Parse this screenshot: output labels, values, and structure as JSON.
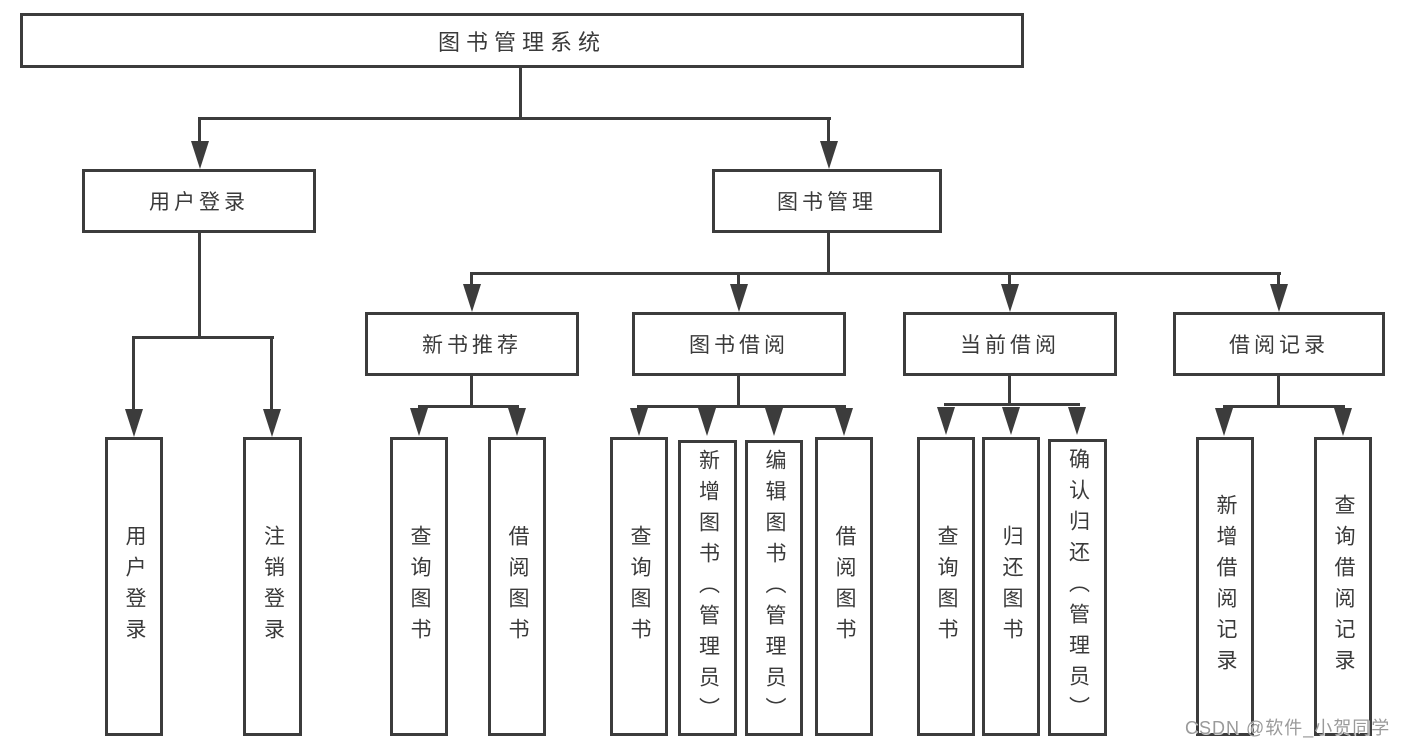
{
  "diagram": {
    "root": {
      "label": "图书管理系统"
    },
    "level2": [
      {
        "label": "用户登录"
      },
      {
        "label": "图书管理"
      }
    ],
    "level3": [
      {
        "label": "新书推荐"
      },
      {
        "label": "图书借阅"
      },
      {
        "label": "当前借阅"
      },
      {
        "label": "借阅记录"
      }
    ],
    "leaves": {
      "user_login": [
        "用户登录",
        "注销登录"
      ],
      "new_book": [
        "查询图书",
        "借阅图书"
      ],
      "book_borrow": [
        "查询图书",
        "新增图书（管理员）",
        "编辑图书（管理员）",
        "借阅图书"
      ],
      "current_borrow": [
        "查询图书",
        "归还图书",
        "确认归还（管理员）"
      ],
      "borrow_record": [
        "新增借阅记录",
        "查询借阅记录"
      ]
    }
  },
  "watermark": {
    "text": "CSDN @软件_小贺同学",
    "color": "#9a9a9a"
  },
  "colors": {
    "line": "#3c3c3c",
    "text": "#3a3a3a",
    "background": "#ffffff"
  }
}
